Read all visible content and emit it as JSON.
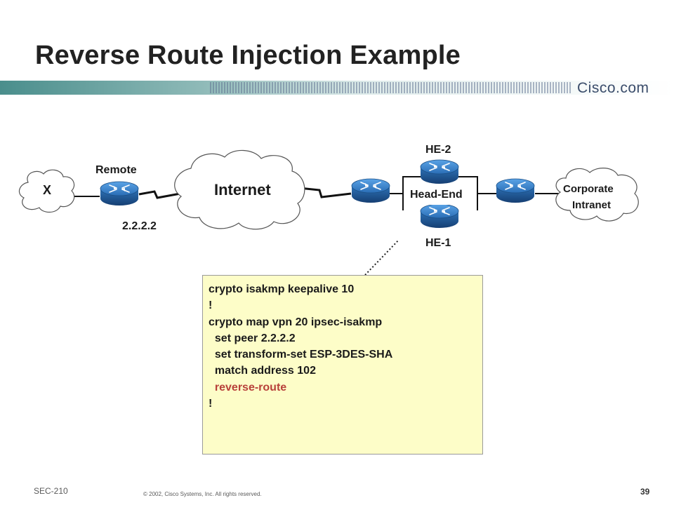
{
  "slide": {
    "title": "Reverse Route Injection Example",
    "brand": "Cisco.com"
  },
  "diagram": {
    "nodes": {
      "x_cloud": "X",
      "remote_label": "Remote",
      "remote_ip": "2.2.2.2",
      "internet": "Internet",
      "he2": "HE-2",
      "head_end": "Head-End",
      "he1": "HE-1",
      "corporate_line1": "Corporate",
      "corporate_line2": "Intranet"
    }
  },
  "config": {
    "lines": [
      {
        "text": "crypto isakmp keepalive 10",
        "highlight": false
      },
      {
        "text": "!",
        "highlight": false
      },
      {
        "text": "crypto map vpn 20 ipsec-isakmp",
        "highlight": false
      },
      {
        "text": "  set peer 2.2.2.2",
        "highlight": false
      },
      {
        "text": "  set transform-set ESP-3DES-SHA",
        "highlight": false
      },
      {
        "text": "  match address 102",
        "highlight": false
      },
      {
        "text": "  reverse-route",
        "highlight": true
      },
      {
        "text": "!",
        "highlight": false
      }
    ],
    "highlight_color": "#b8413a"
  },
  "footer": {
    "course": "SEC-210",
    "copyright": "© 2002, Cisco Systems, Inc. All rights reserved.",
    "page": "39"
  }
}
